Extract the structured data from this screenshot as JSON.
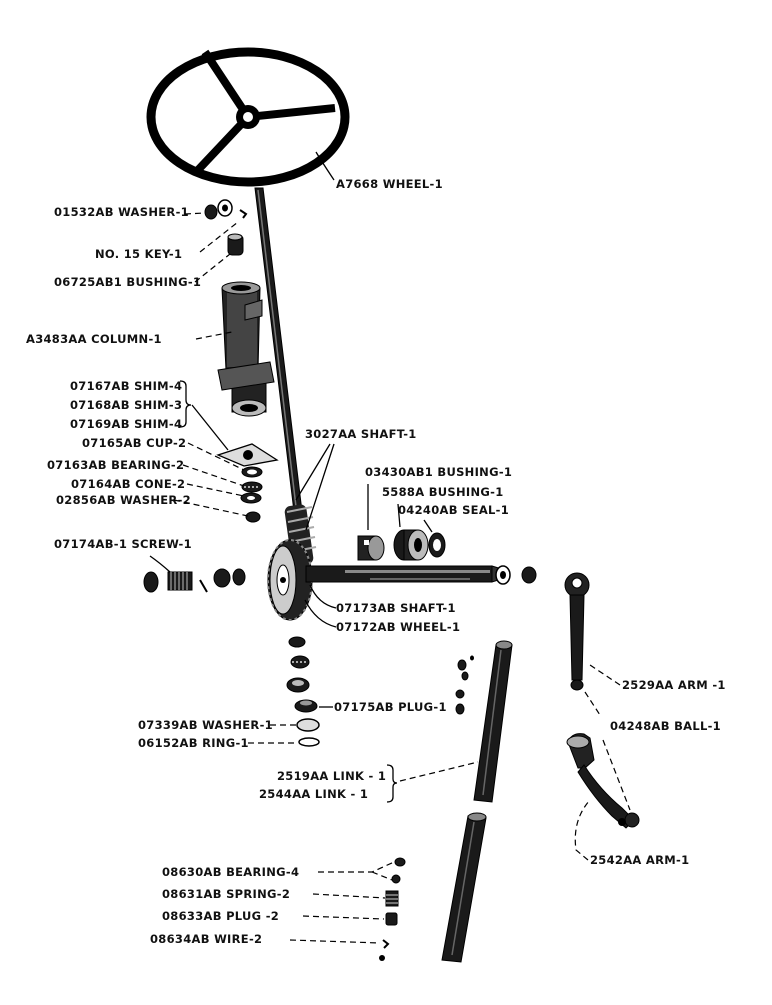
{
  "labels": {
    "wheel": "A7668  WHEEL-1",
    "washer_top": "01532AB WASHER-1",
    "key": "NO. 15 KEY-1",
    "bushing_top": "06725AB1 BUSHING-1",
    "column": "A3483AA  COLUMN-1",
    "shim_4a": "07167AB SHIM-4",
    "shim_3": "07168AB SHIM-3",
    "shim_4b": "07169AB SHIM-4",
    "cup": "07165AB CUP-2",
    "bearing_2": "07163AB BEARING-2",
    "cone": "07164AB CONE-2",
    "washer_2": "02856AB WASHER-2",
    "shaft_main": "3027AA SHAFT-1",
    "bushing_03430": "03430AB1 BUSHING-1",
    "bushing_5588": "5588A BUSHING-1",
    "seal": "04240AB SEAL-1",
    "screw": "07174AB-1 SCREW-1",
    "shaft_cross": "07173AB SHAFT-1",
    "wheel_gear": "07172AB WHEEL-1",
    "plug_07175": "07175AB PLUG-1",
    "washer_07339": "07339AB WASHER-1",
    "ring": "06152AB RING-1",
    "link_2519": "2519AA  LINK - 1",
    "link_2544": "2544AA  LINK - 1",
    "arm_2529": "2529AA ARM -1",
    "ball": "04248AB BALL-1",
    "arm_2542": "2542AA ARM-1",
    "bearing_4": "08630AB  BEARING-4",
    "spring": "08631AB SPRING-2",
    "plug_2": "08633AB PLUG  -2",
    "wire": "08634AB WIRE-2"
  }
}
